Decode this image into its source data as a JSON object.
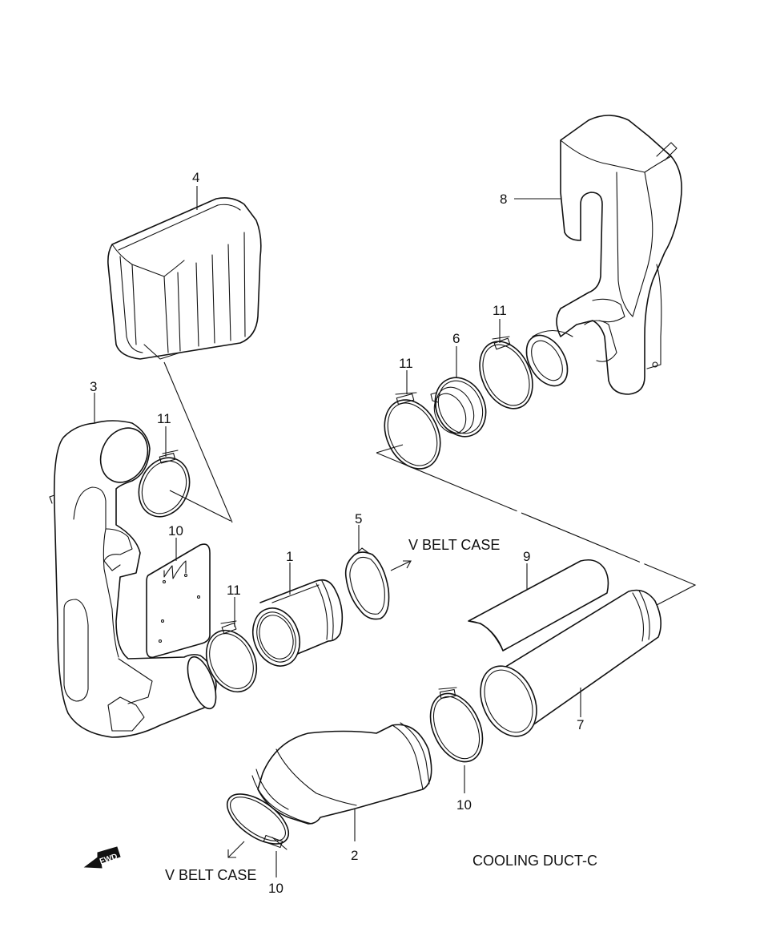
{
  "diagram": {
    "labels": {
      "l1": "1",
      "l2": "2",
      "l3": "3",
      "l4": "4",
      "l5": "5",
      "l6": "6",
      "l7": "7",
      "l8": "8",
      "l9": "9",
      "l10a": "10",
      "l10b": "10",
      "l10c": "10",
      "l11a": "11",
      "l11b": "11",
      "l11c": "11",
      "l11d": "11"
    },
    "captions": {
      "vbelt_right": "V BELT CASE",
      "vbelt_bottom": "V BELT CASE",
      "title": "COOLING DUCT-C",
      "fwd": "FWD"
    }
  }
}
